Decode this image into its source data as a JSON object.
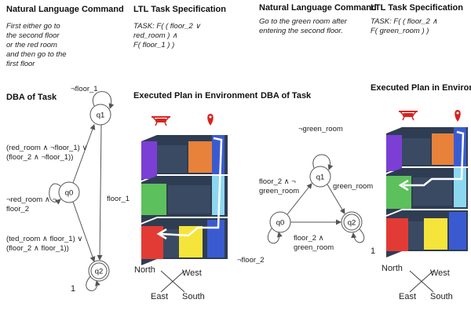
{
  "left": {
    "nl_heading": "Natural Language Command",
    "nl_text": [
      "First either go to",
      "the second floor",
      "or the red room",
      "and then go to the",
      "first floor"
    ],
    "ltl_heading": "LTL Task Specification",
    "ltl_text": [
      "TASK: F( ( floor_2 ∨",
      "red_room ) ∧",
      "F( floor_1 ) )"
    ],
    "dba_heading": "DBA of Task",
    "plan_heading": "Executed Plan in Environment",
    "nodes": {
      "q0": "q0",
      "q1": "q1",
      "q2": "q2"
    },
    "edge_labels": {
      "q1_self": "¬floor_1",
      "q0_q1": [
        "(red_room ∧ ¬floor_1) ∨",
        "(floor_2 ∧ ¬floor_1))"
      ],
      "q0_self": [
        "¬red_room ∧ ¬",
        "floor_2"
      ],
      "q0_q2": [
        "(ted_room ∧ floor_1) ∨",
        "(floor_2 ∧ floor_1))"
      ],
      "q1_q2": "floor_1",
      "q2_self": "1"
    },
    "compass": {
      "nw": "North",
      "ne": "West",
      "sw": "East",
      "se": "South"
    }
  },
  "right": {
    "nl_heading": "Natural Language Command",
    "nl_text": [
      "Go to the green room after",
      "entering the second floor."
    ],
    "ltl_heading": "LTL Task Specification",
    "ltl_text": [
      "TASK: F( ( floor_2 ∧",
      "F( green_room ) )"
    ],
    "dba_heading": "DBA of Task",
    "plan_heading": "Executed Plan in Environment",
    "nodes": {
      "q0": "q0",
      "q1": "q1",
      "q2": "q2"
    },
    "edge_labels": {
      "q1_self": "¬green_room",
      "q0_q1": [
        "floor_2 ∧ ¬",
        "green_room"
      ],
      "q1_q2": "green_room",
      "q0_q2": [
        "floor_2 ∧",
        "green_room"
      ],
      "q0_self": "¬floor_2",
      "q2_self": "1"
    },
    "compass": {
      "nw": "North",
      "ne": "West",
      "sw": "East",
      "se": "South"
    }
  },
  "colors": {
    "purple": "#7b3fd6",
    "orange": "#e8813a",
    "green": "#5cc05c",
    "red": "#e23b35",
    "yellow": "#f5e43a",
    "blue": "#3a5bd0",
    "lightblue": "#8cd7f0",
    "navy": "#2f3d52",
    "drone": "#d6241f"
  },
  "icons": [
    "drone-icon",
    "location-pin-icon"
  ]
}
